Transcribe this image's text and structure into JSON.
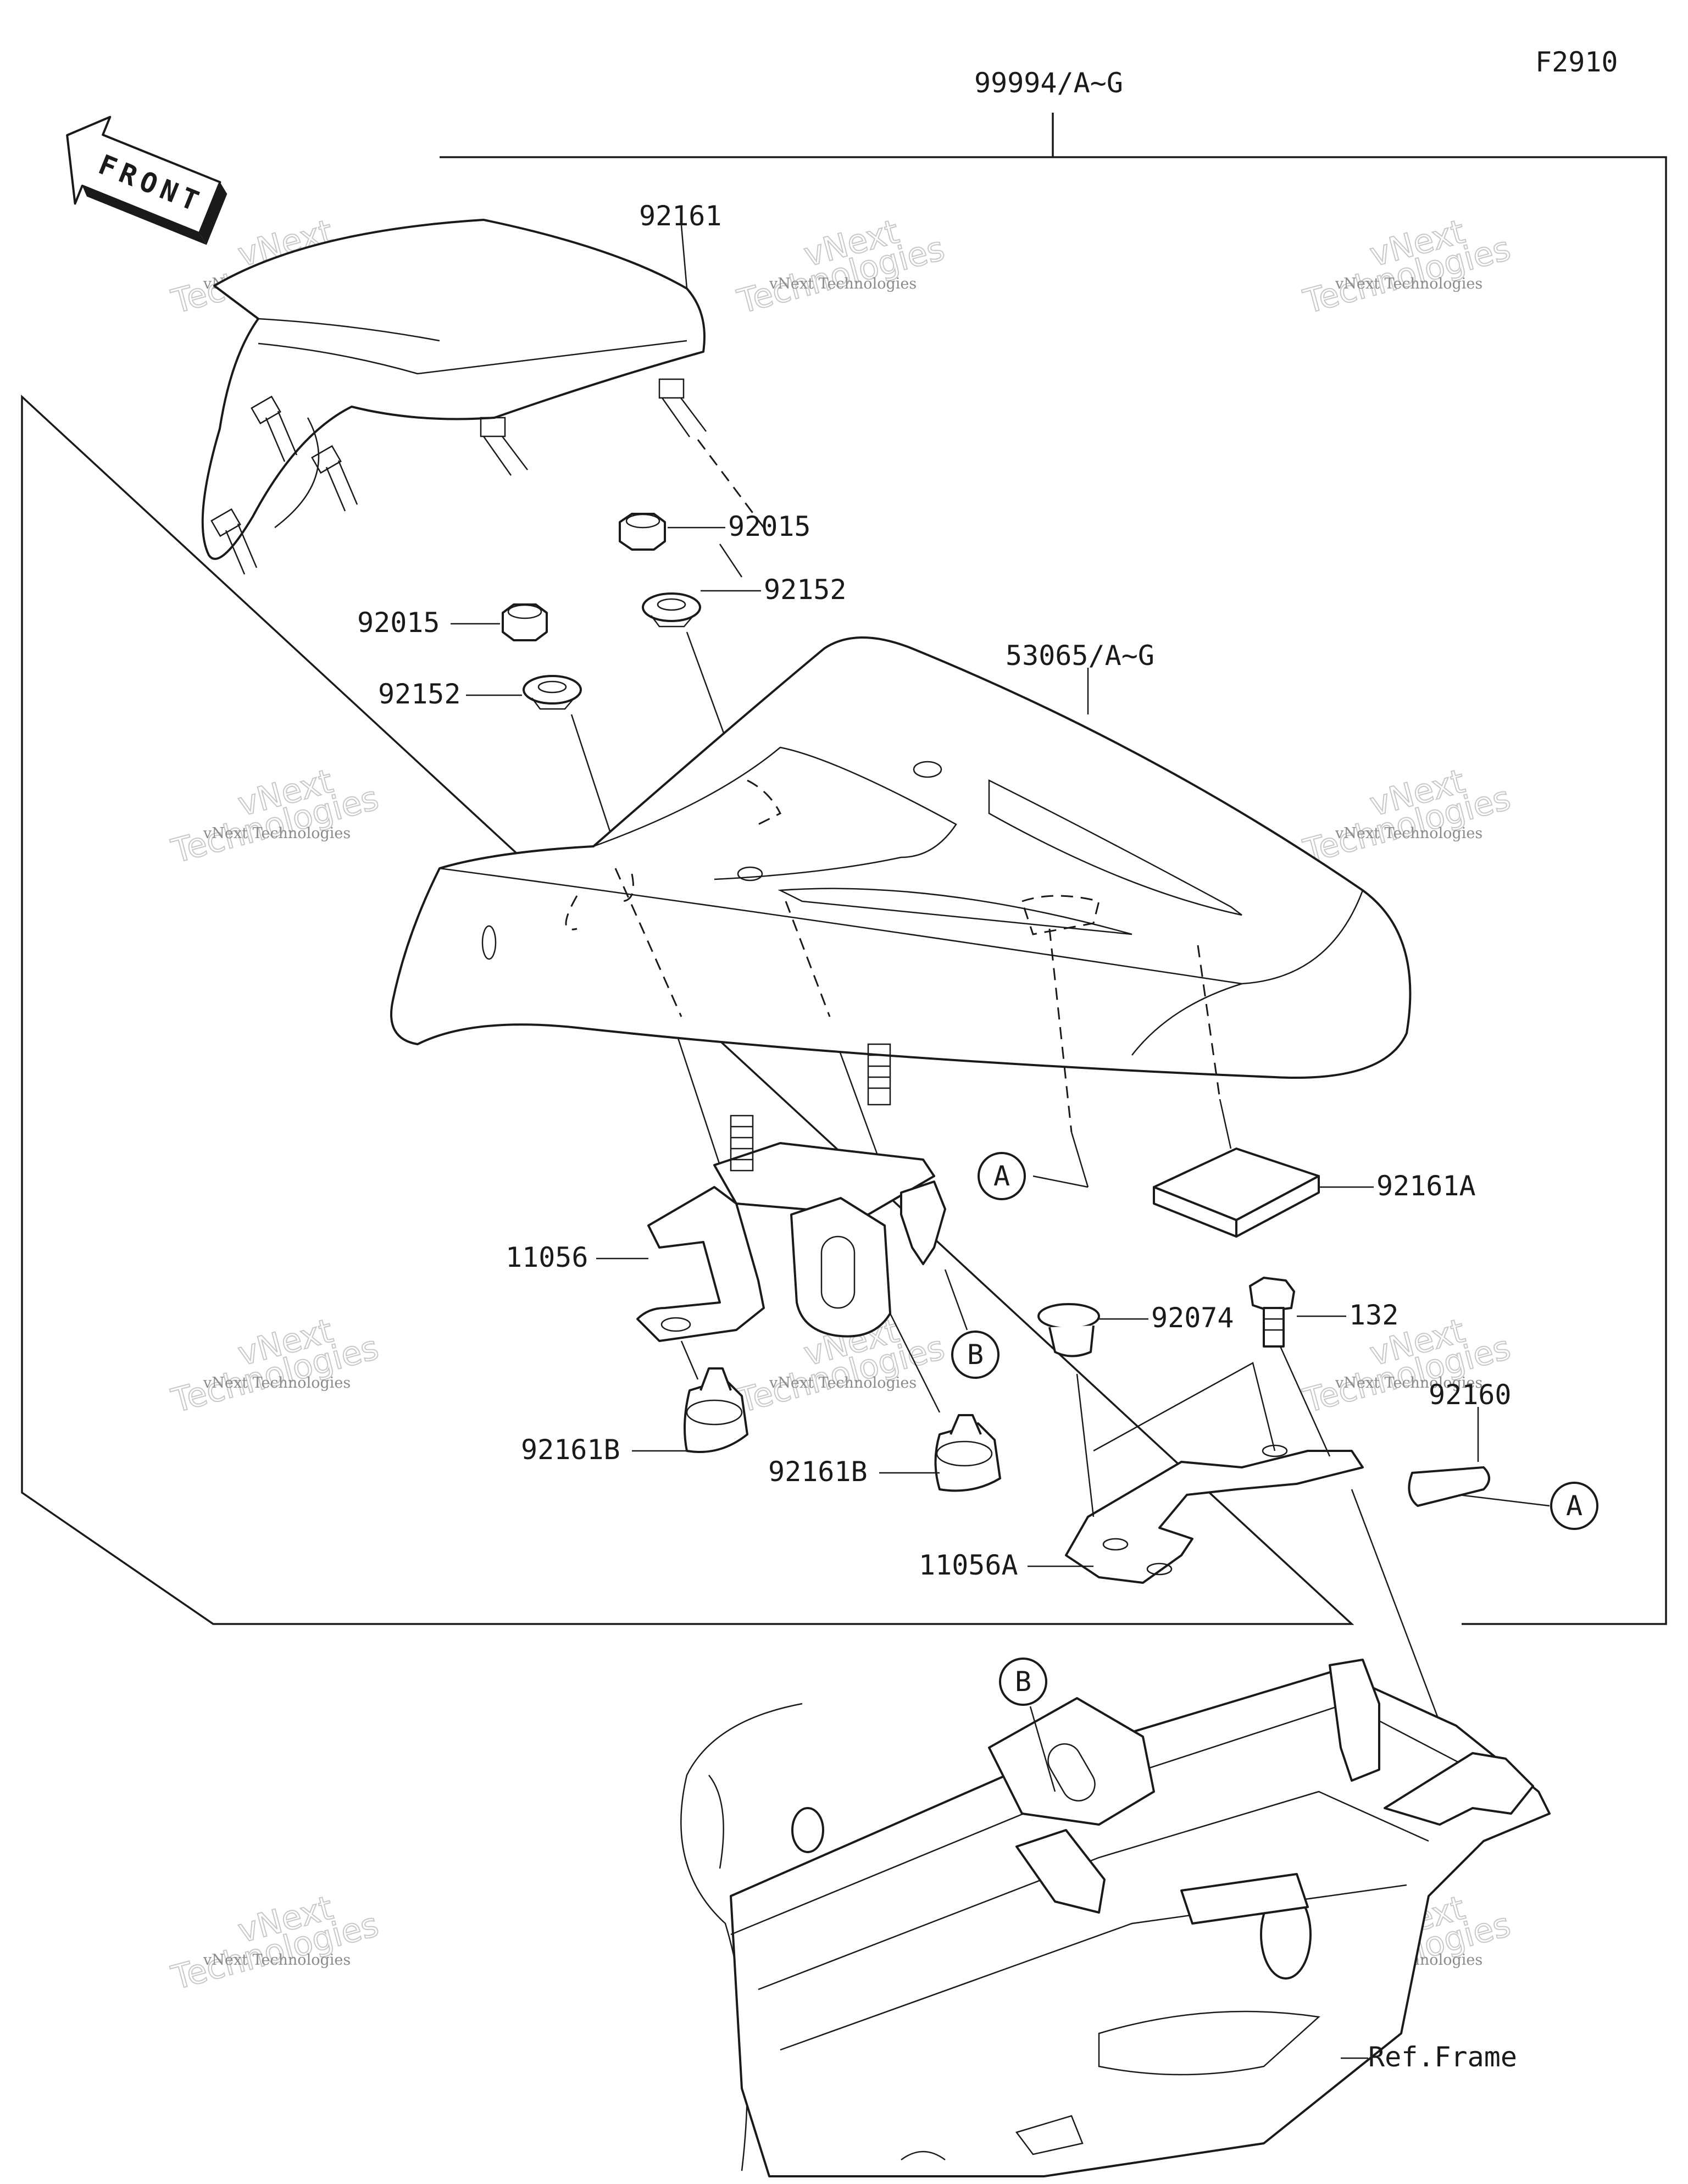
{
  "diagram": {
    "figure_code": "F2910",
    "front_arrow_label": "FRONT",
    "parts": [
      {
        "id": "kit",
        "label": "99994/A~G"
      },
      {
        "id": "cover",
        "label": "92161"
      },
      {
        "id": "nut-upper",
        "label": "92015"
      },
      {
        "id": "washer-upper",
        "label": "92152"
      },
      {
        "id": "nut-left",
        "label": "92015"
      },
      {
        "id": "washer-left",
        "label": "92152"
      },
      {
        "id": "seat-cover",
        "label": "53065/A~G"
      },
      {
        "id": "pad",
        "label": "92161A"
      },
      {
        "id": "bracket",
        "label": "11056"
      },
      {
        "id": "grommet",
        "label": "92074"
      },
      {
        "id": "bolt",
        "label": "132"
      },
      {
        "id": "damper-left",
        "label": "92161B"
      },
      {
        "id": "damper-right",
        "label": "92161B"
      },
      {
        "id": "sticker",
        "label": "92160"
      },
      {
        "id": "bracket-a",
        "label": "11056A"
      },
      {
        "id": "frame",
        "label": "Ref.Frame"
      }
    ],
    "callouts": [
      {
        "id": "a1",
        "label": "A"
      },
      {
        "id": "b1",
        "label": "B"
      },
      {
        "id": "a2",
        "label": "A"
      },
      {
        "id": "b2",
        "label": "B"
      }
    ],
    "watermark": {
      "line1": "vNext",
      "line2": "vNext Technologies",
      "line3": "Technologies"
    },
    "colors": {
      "ink": "#1a1a1a",
      "watermark": "#c8c8c8"
    }
  }
}
